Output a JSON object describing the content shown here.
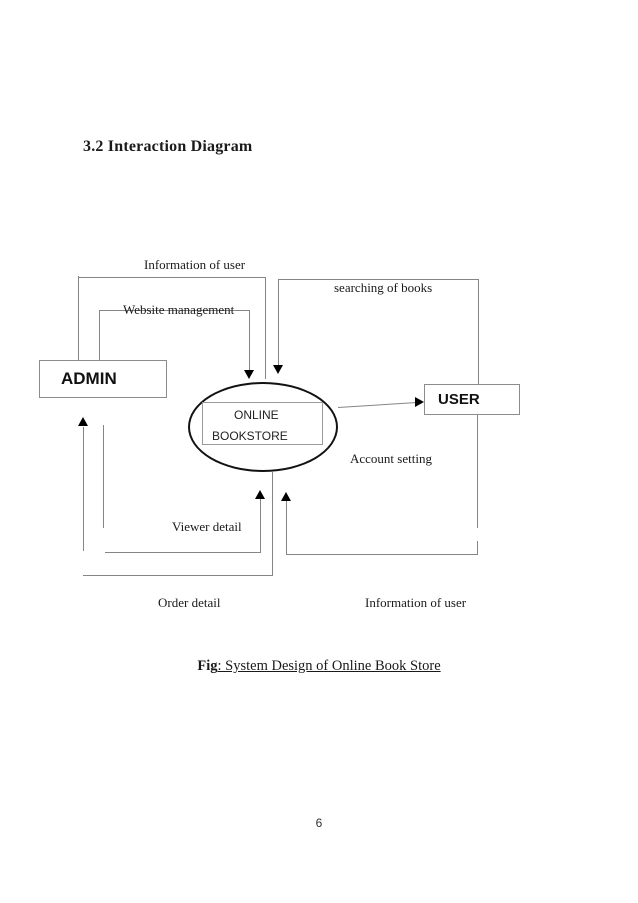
{
  "page": {
    "heading": "3.2 Interaction Diagram",
    "caption_prefix": "Fig",
    "caption_rest": ": System Design of Online Book Store",
    "page_number": "6"
  },
  "diagram": {
    "nodes": {
      "admin": "ADMIN",
      "user": "USER",
      "system_line1": "ONLINE",
      "system_line2": "BOOKSTORE"
    },
    "labels": {
      "info_user_top": "Information of user",
      "searching_books": "searching of books",
      "website_management": "Website management",
      "account_setting": "Account setting",
      "viewer_detail": "Viewer detail",
      "order_detail": "Order detail",
      "info_user_bottom": "Information of user"
    },
    "colors": {
      "line": "#858585",
      "border": "#8c8c8c",
      "arrow": "#000000",
      "ellipse": "#121212",
      "text": "#1a1a1a"
    }
  }
}
